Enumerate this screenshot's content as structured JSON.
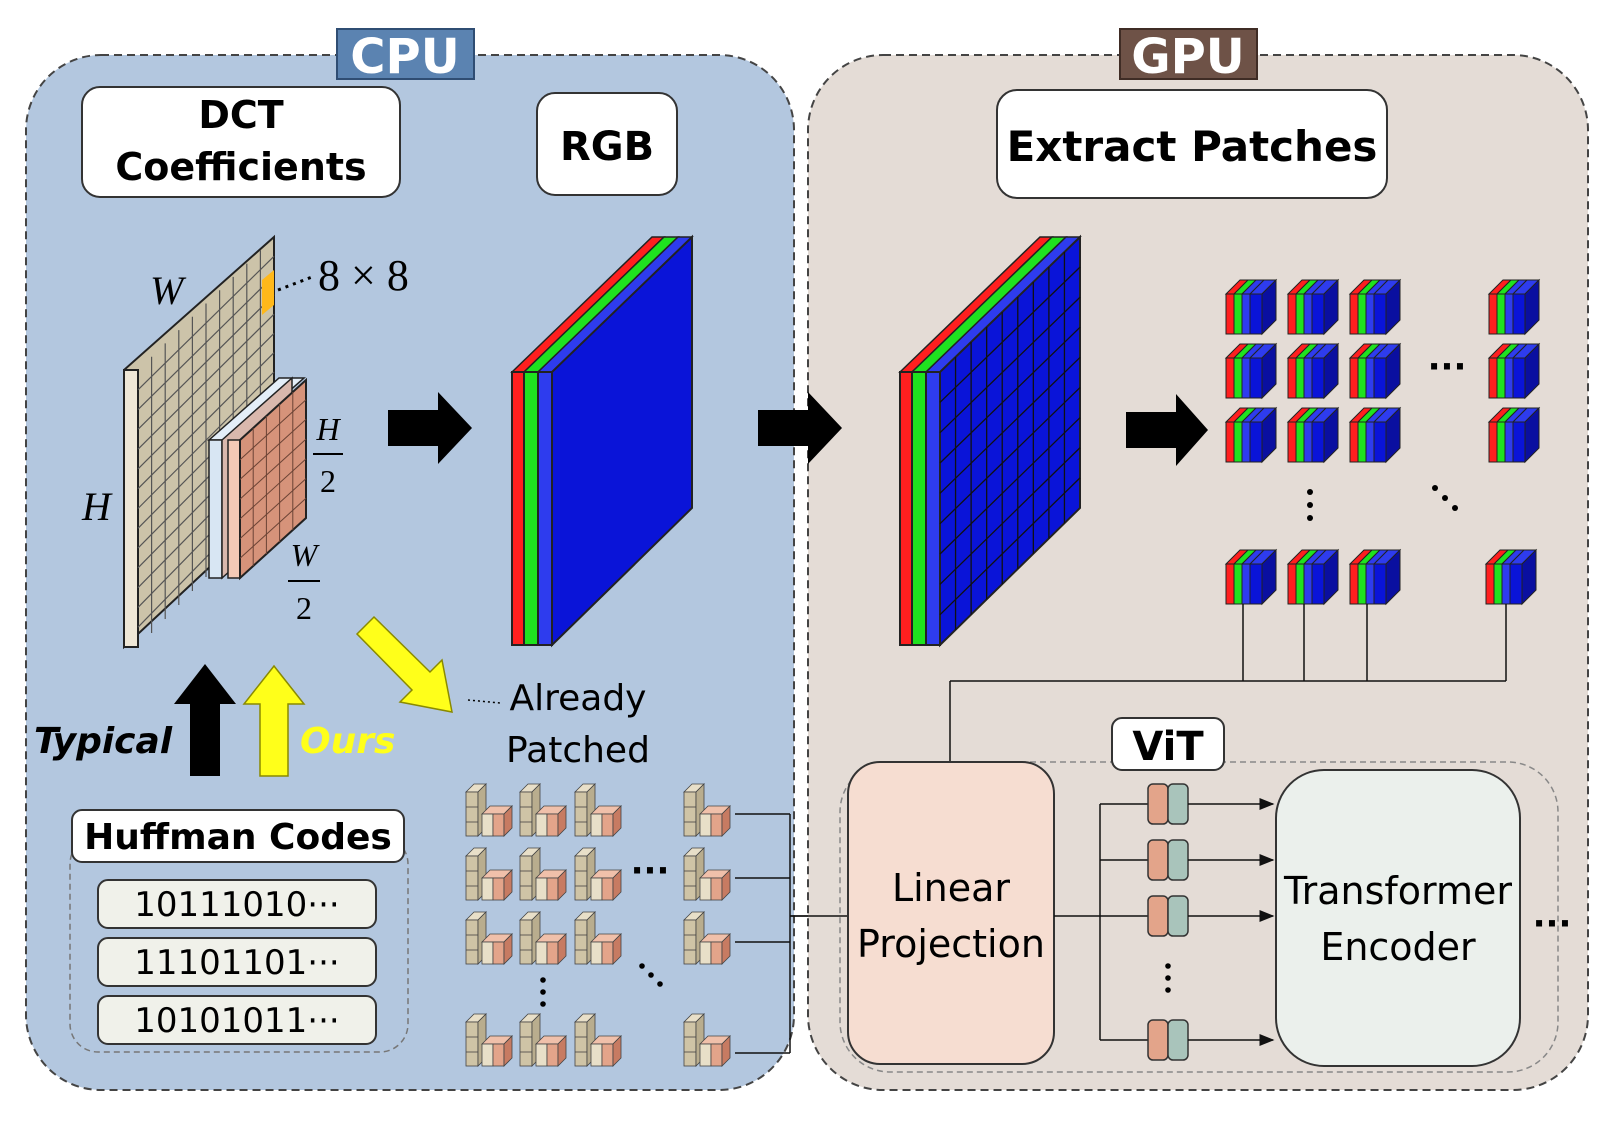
{
  "colors": {
    "cpu_panel": "#b3c7df",
    "gpu_panel": "#e4dcd6",
    "cpu_tag": "#5b83b1",
    "gpu_tag": "#6e5247",
    "red": "#ff1f1f",
    "green": "#1fe21f",
    "blue": "#0a14d8",
    "yellow": "#ffff1a",
    "dct_big": "#ccc3a9",
    "dct_small": "#d6937a",
    "linear_proj": "#f6ddd1",
    "transformer": "#ebf0ec"
  },
  "cpu": {
    "tag": "CPU",
    "dct_title_1": "DCT",
    "dct_title_2": "Coefficients",
    "rgb_title": "RGB",
    "block_label": "8 × 8",
    "w_label": "W",
    "h_label": "H",
    "h_half_num": "H",
    "h_half_den": "2",
    "w_half_num": "W",
    "w_half_den": "2",
    "typical_label": "Typical",
    "ours_label": "Ours",
    "already_patched_1": "Already",
    "already_patched_2": "Patched",
    "huffman_title": "Huffman Codes",
    "huffman_codes": [
      "10111010···",
      "11101101···",
      "10101011···"
    ]
  },
  "gpu": {
    "tag": "GPU",
    "extract_title": "Extract Patches",
    "vit_label": "ViT",
    "linear_1": "Linear",
    "linear_2": "Projection",
    "transformer_1": "Transformer",
    "transformer_2": "Encoder"
  },
  "ellipsis": "···"
}
